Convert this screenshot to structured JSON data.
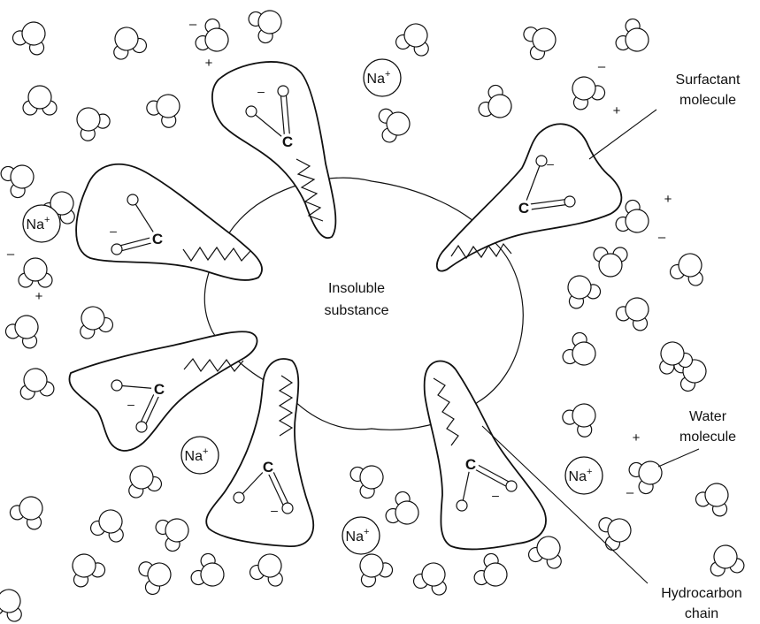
{
  "labels": {
    "surfactant_line1": "Surfactant",
    "surfactant_line2": "molecule",
    "center_line1": "Insoluble",
    "center_line2": "substance",
    "water_line1": "Water",
    "water_line2": "molecule",
    "hydrocarbon_line1": "Hydrocarbon",
    "hydrocarbon_line2": "chain"
  },
  "ion": {
    "symbol": "Na",
    "charge": "+"
  },
  "surfactant_head": {
    "carbon": "C",
    "oxygen_charge": "–"
  },
  "charges": {
    "plus": "+",
    "minus": "–"
  }
}
